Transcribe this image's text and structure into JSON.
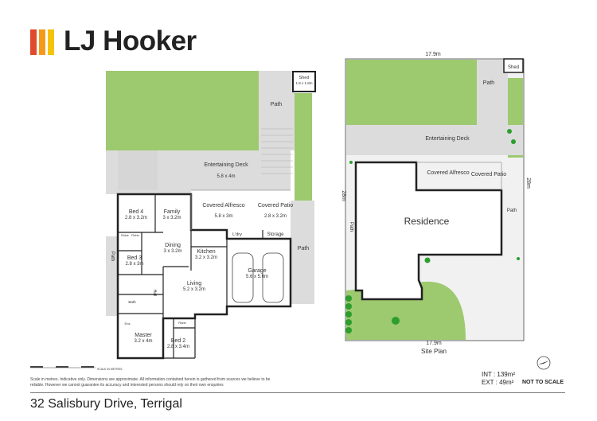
{
  "brand": {
    "name": "LJ Hooker",
    "bar_colors": [
      "#e04a2c",
      "#f39a1b",
      "#f6c20c"
    ]
  },
  "floor_plan": {
    "rooms": {
      "shed": {
        "name": "Shed",
        "dims": "1.8 x 1.8m"
      },
      "path_top": "Path",
      "entertaining_deck": {
        "name": "Entertaining Deck",
        "dims": "5.8 x 4m"
      },
      "bed4": {
        "name": "Bed 4",
        "dims": "2.8 x 3.2m"
      },
      "family": {
        "name": "Family",
        "dims": "3 x 3.2m"
      },
      "covered_alfresco": {
        "name": "Covered Alfresco",
        "dims": "5.8 x 3m"
      },
      "covered_patio": {
        "name": "Covered Patio",
        "dims": "2.8 x 3.2m"
      },
      "robe1": "Robe",
      "robe2": "Robe",
      "ldry": "L'dry",
      "storage": "Storage",
      "dining": {
        "name": "Dining",
        "dims": "3 x 3.2m"
      },
      "bed3": {
        "name": "Bed 3",
        "dims": "2.8 x 3m"
      },
      "kitchen": {
        "name": "Kitchen",
        "dims": "3.2 x 3.2m"
      },
      "garage": {
        "name": "Garage",
        "dims": "5.6 x 5.6m"
      },
      "path_right": "Path",
      "path_left": "Path",
      "living": {
        "name": "Living",
        "dims": "5.2 x 3.2m"
      },
      "hall": "Hall",
      "bath": "Bath",
      "master": {
        "name": "Master",
        "dims": "3.2 x 4m"
      },
      "bed2": {
        "name": "Bed 2",
        "dims": "2.8 x 3.4m"
      },
      "robe3": "Robe",
      "ens": "Ens"
    }
  },
  "site_plan": {
    "title": "Site Plan",
    "width_top": "17.9m",
    "width_bottom": "17.9m",
    "depth_left": "28m",
    "depth_right": "28m",
    "labels": {
      "shed": "Shed",
      "path_top": "Path",
      "entertaining_deck": "Entertaining Deck",
      "covered_alfresco": "Covered Alfresco",
      "covered_patio": "Covered Patio",
      "residence": "Residence",
      "path_left": "Path",
      "path_right": "Path"
    }
  },
  "scale_label": "SCALE IN METRES",
  "disclaimer": "Scale in metres. Indicative only. Dimensions are approximate. All information contained herein is gathered from sources we believe to be reliable. However we cannot guarantee its accuracy and interested persons should rely on their own enquiries",
  "areas": {
    "int": "INT : 139m²",
    "ext": "EXT :  49m²"
  },
  "not_to_scale": "NOT TO SCALE",
  "address": "32 Salisbury Drive, Terrigal"
}
